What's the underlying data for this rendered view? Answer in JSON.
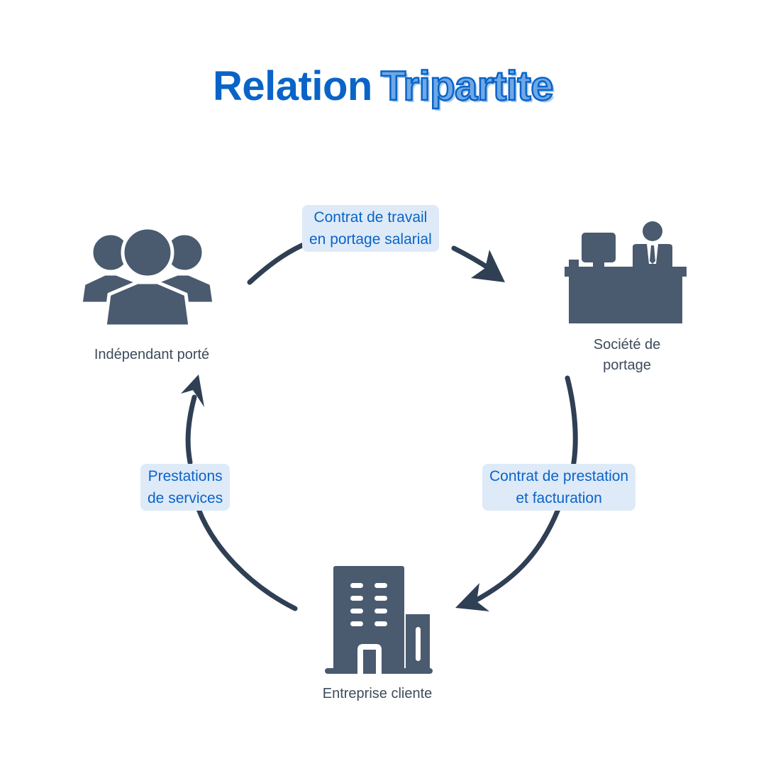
{
  "title": {
    "part1": "Relation",
    "part2": "Tripartite"
  },
  "colors": {
    "title_blue": "#0a64c8",
    "icon_slate": "#4a5a6f",
    "arrow_dark": "#2f3f54",
    "label_bg": "#deeaf8"
  },
  "nodes": {
    "independant": {
      "label": "Indépendant porté",
      "icon": "people-group-icon"
    },
    "societe": {
      "label_line1": "Société de",
      "label_line2": "portage",
      "icon": "reception-desk-icon"
    },
    "entreprise": {
      "label": "Entreprise cliente",
      "icon": "office-building-icon"
    }
  },
  "edges": {
    "top": {
      "line1": "Contrat de travail",
      "line2": "en portage salarial",
      "from": "Indépendant porté",
      "to": "Société de portage"
    },
    "right": {
      "line1": "Contrat de prestation",
      "line2": "et facturation",
      "from": "Société de portage",
      "to": "Entreprise cliente"
    },
    "left": {
      "line1": "Prestations",
      "line2": "de services",
      "from": "Entreprise cliente",
      "to": "Indépendant porté"
    }
  }
}
